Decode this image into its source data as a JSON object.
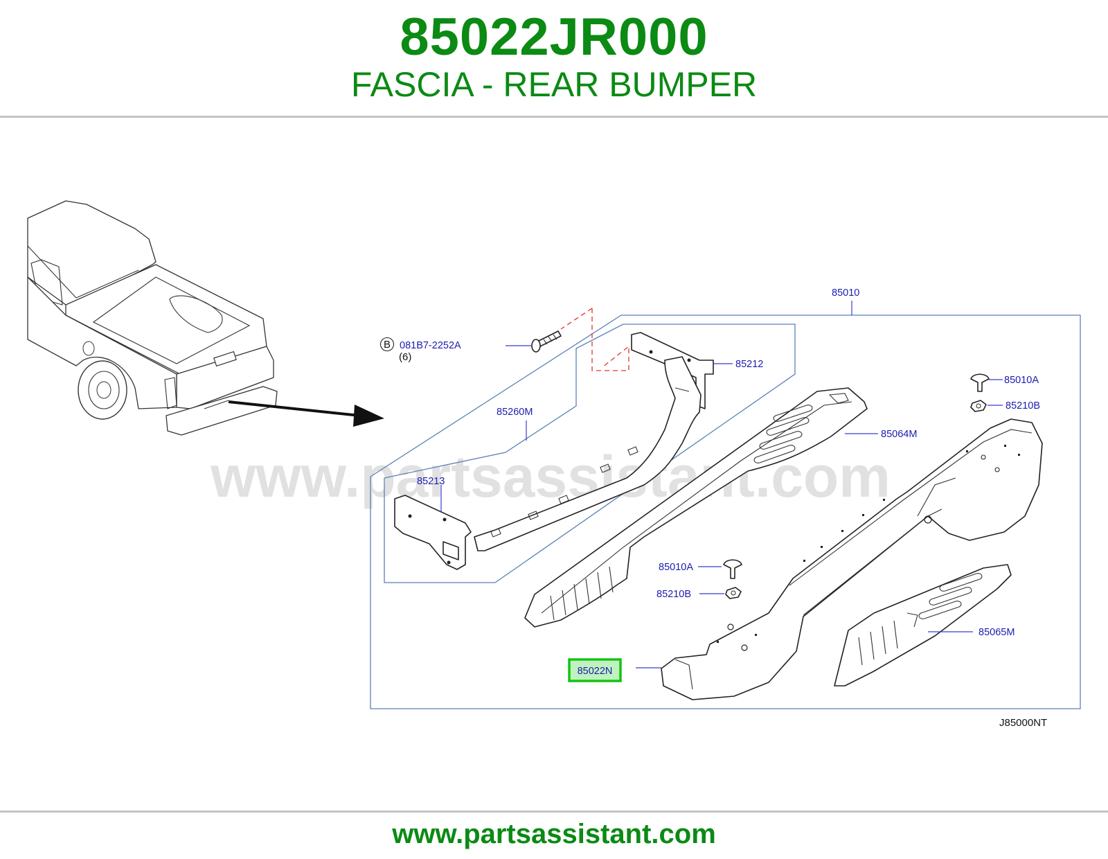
{
  "header": {
    "part_number": "85022JR000",
    "part_name": "FASCIA - REAR BUMPER"
  },
  "watermark": "www.partsassistant.com",
  "footer": {
    "url": "www.partsassistant.com"
  },
  "colors": {
    "brand_green": "#0b8a14",
    "label_blue": "#1b1bb0",
    "highlight_green": "#13c413"
  },
  "callouts": {
    "p85010": "85010",
    "p081B7": "081B7-2252A",
    "p081B7_circle": "B",
    "p081B7_qty": "(6)",
    "p85212": "85212",
    "p85260M": "85260M",
    "p85213": "85213",
    "p85064M": "85064M",
    "p85010A_top": "85010A",
    "p85210B_top": "85210B",
    "p85010A_mid": "85010A",
    "p85210B_mid": "85210B",
    "p85065M": "85065M",
    "p85022N": "85022N"
  },
  "diagram_ref": "J85000NT"
}
